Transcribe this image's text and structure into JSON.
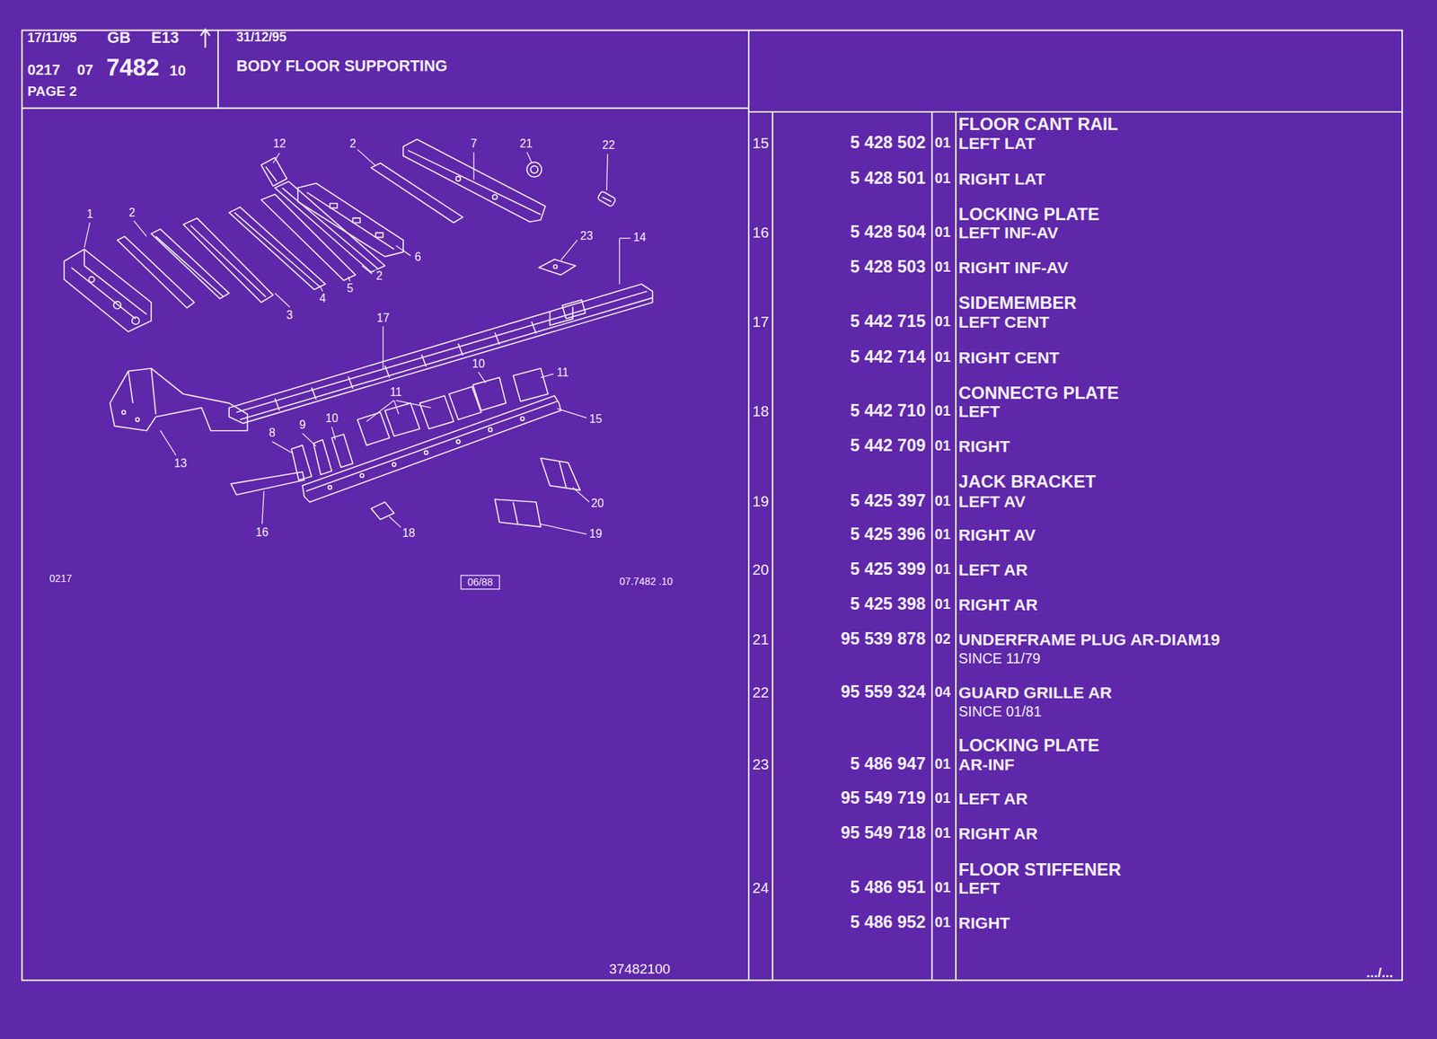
{
  "diagram": {
    "title": "BODY FLOOR SUPPORTING",
    "labels": [
      "17/11/95",
      "GB",
      "E13",
      "31/12/95",
      "0217",
      "07",
      "7482",
      "10",
      "PAGE 2",
      "12",
      "2",
      "7",
      "21",
      "22",
      "1",
      "2",
      "23",
      "14",
      "6",
      "2",
      "3",
      "4",
      "5",
      "17",
      "10",
      "11",
      "11",
      "15",
      "8",
      "9",
      "10",
      "13",
      "16",
      "20",
      "18",
      "19",
      "0217",
      "06/88",
      "07.7482 .10",
      "37482100",
      "FLOOR CANT RAIL",
      "15",
      "5 428 502",
      "01",
      "LEFT LAT",
      "5 428 501",
      "01",
      "RIGHT LAT",
      "LOCKING PLATE",
      "16",
      "5 428 504",
      "01",
      "LEFT INF-AV",
      "5 428 503",
      "01",
      "RIGHT INF-AV",
      "SIDEMEMBER",
      "17",
      "5 442 715",
      "01",
      "LEFT CENT",
      "5 442 714",
      "01",
      "RIGHT CENT",
      "CONNECTG PLATE",
      "18",
      "5 442 710",
      "01",
      "LEFT",
      "5 442 709",
      "01",
      "RIGHT",
      "JACK BRACKET",
      "19",
      "5 425 397",
      "01",
      "LEFT AV",
      "5 425 396",
      "01",
      "RIGHT AV",
      "20",
      "5 425 399",
      "01",
      "LEFT AR",
      "5 425 398",
      "01",
      "RIGHT AR",
      "21",
      "95 539 878",
      "02",
      "UNDERFRAME PLUG AR-DIAM19",
      "SINCE 11/79",
      "22",
      "95 559 324",
      "04",
      "GUARD GRILLE AR",
      "SINCE 01/81",
      "LOCKING PLATE",
      "23",
      "5 486 947",
      "01",
      "AR-INF",
      "95 549 719",
      "01",
      "LEFT AR",
      "95 549 718",
      "01",
      "RIGHT AR",
      "FLOOR STIFFENER",
      "24",
      "5 486 951",
      "01",
      "LEFT",
      "5 486 952",
      "01",
      "RIGHT",
      ".../..."
    ]
  }
}
